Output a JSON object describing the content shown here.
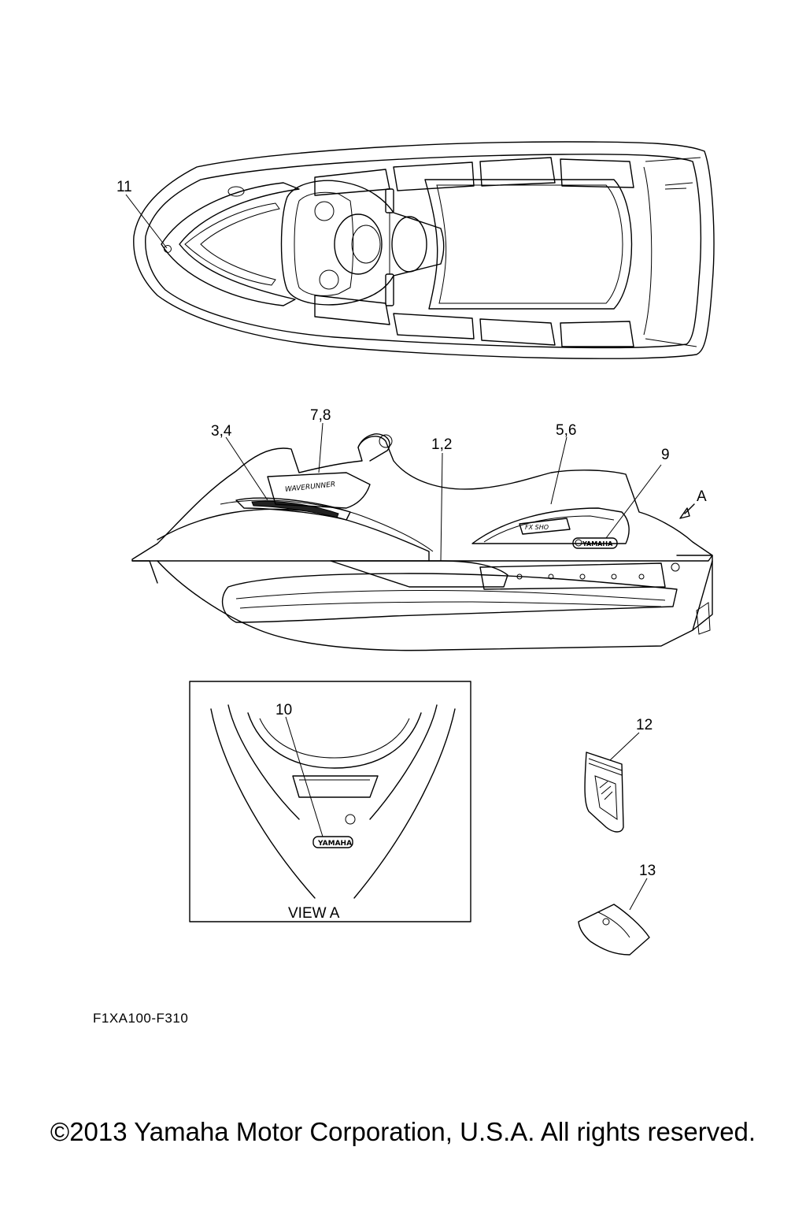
{
  "callouts": {
    "c11": "11",
    "c78": "7,8",
    "c34": "3,4",
    "c12a": "1,2",
    "c56": "5,6",
    "c9": "9",
    "cA": "A",
    "c10": "10",
    "c12": "12",
    "c13": "13"
  },
  "decals": {
    "brand": "YAMAHA",
    "model": "WAVERUNNER",
    "series": "FX SHO"
  },
  "view_label": "VIEW A",
  "part_code": "F1XA100-F310",
  "copyright": "©2013 Yamaha Motor Corporation, U.S.A. All rights reserved."
}
